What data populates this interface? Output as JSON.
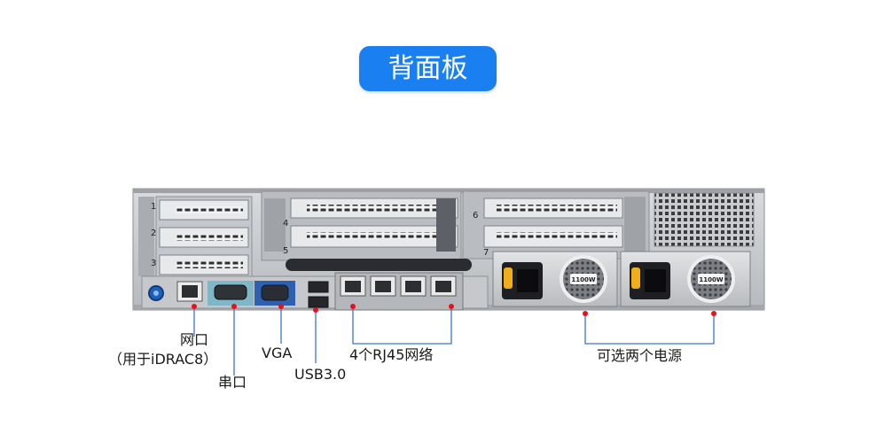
{
  "title": "背面板",
  "callouts": {
    "network_port": "网口",
    "network_port_note": "（用于iDRAC8）",
    "serial_port": "串口",
    "vga": "VGA",
    "usb": "USB3.0",
    "rj45": "4个RJ45网络",
    "psu": "可选两个电源"
  },
  "chassis": {
    "slot_numbers": [
      "1",
      "2",
      "3",
      "4",
      "5",
      "6",
      "7"
    ],
    "psu_rating": "1100W"
  },
  "colors": {
    "accent": "#1a7ff0",
    "marker": "#e8101a",
    "leader": "#3b73d8",
    "psu_handle": "#f1ae1c"
  }
}
